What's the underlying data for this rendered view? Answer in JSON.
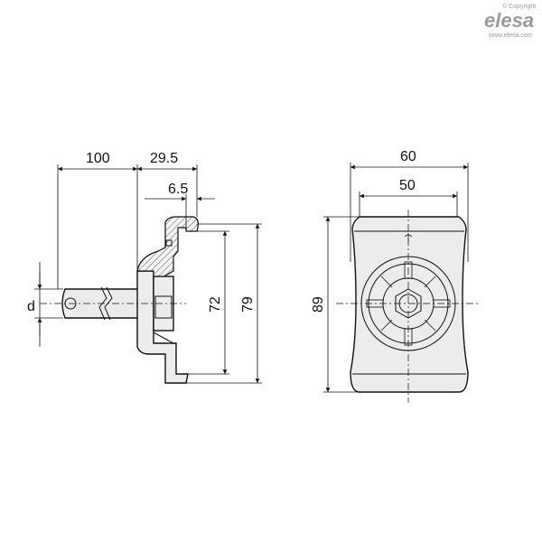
{
  "branding": {
    "copyright": "© Copyright",
    "logo": "elesa",
    "url": "www.elesa.com"
  },
  "dimensions": {
    "shaft_length": "100",
    "hub_width": "29.5",
    "rim_width": "6.5",
    "shaft_diameter": "d",
    "inner_height": "72",
    "outer_height": "79",
    "total_height": "89",
    "total_width": "60",
    "inner_width": "50"
  },
  "colors": {
    "body_fill": "#ececec",
    "line": "#111111",
    "logo": "#9a9a9a"
  }
}
